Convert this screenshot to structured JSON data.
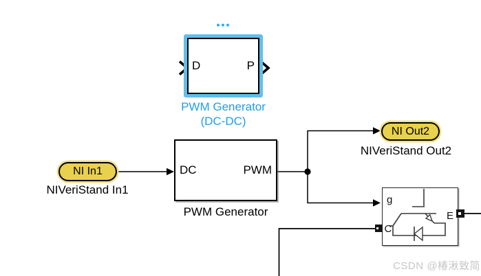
{
  "diagram": {
    "selected_block": {
      "label_line1": "PWM Generator",
      "label_line2": "(DC-DC)",
      "input_port": "D",
      "output_port": "P"
    },
    "inport_block": {
      "text": "NI In1",
      "label": "NIVeriStand In1"
    },
    "pwm_block": {
      "input_port": "DC",
      "output_port": "PWM",
      "label": "PWM Generator"
    },
    "outport_block": {
      "text": "NI Out2",
      "label": "NIVeriStand Out2"
    },
    "igbt_block": {
      "gate_port": "g",
      "collector_port": "C",
      "emitter_port": "E"
    }
  },
  "icons": {
    "more_options": "•••"
  },
  "watermark": "CSDN @椿湫致简",
  "colors": {
    "selection_highlight": "#62BEEA",
    "selected_label_blue": "#1E9EEB",
    "ellipsis_blue": "#2AA7EE",
    "port_yellow": "#E8D14D",
    "port_yellow_glow": "#EFE183",
    "wire_black": "#000000",
    "igbt_stroke": "#3A3A3A",
    "watermark_gray": "#C6C6C6",
    "background": "#FFFFFF"
  }
}
